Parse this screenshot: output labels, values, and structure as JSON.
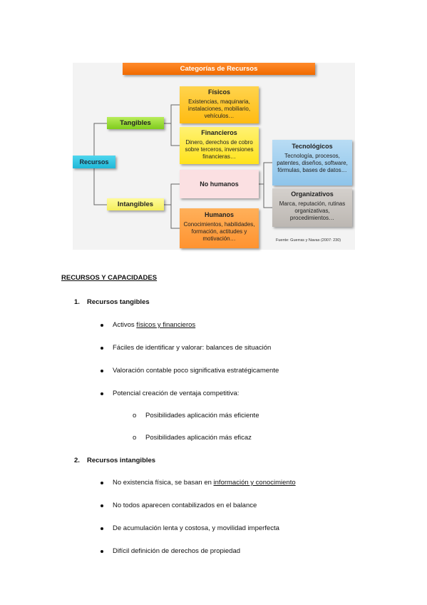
{
  "diagram": {
    "title": "Categorías de Recursos",
    "root": "Recursos",
    "tangibles": "Tangibles",
    "intangibles": "Intangibles",
    "fisicos": {
      "title": "Físicos",
      "body": "Existencias, maquinaria, instalaciones, mobiliario, vehículos…"
    },
    "financieros": {
      "title": "Financieros",
      "body": "Dinero, derechos de cobro sobre terceros, inversiones financieras…"
    },
    "no_humanos": "No humanos",
    "humanos": {
      "title": "Humanos",
      "body": "Conocimientos, habilidades, formación, actitudes y motivación…"
    },
    "tecnologicos": {
      "title": "Tecnológicos",
      "body": "Tecnología, procesos, patentes, diseños, software, fórmulas, bases de datos…"
    },
    "organizativos": {
      "title": "Organizativos",
      "body": "Marca, reputación, rutinas organizativas, procedimientos…"
    },
    "fuente": "Fuente: Guerras y Navas (2007: 230)",
    "colors": {
      "title": "#f06a00",
      "root": "#20b8d8",
      "tangibles": "#7fcc1c",
      "intangibles": "#f4ee5c",
      "tecnologicos": "#8ec4ea",
      "organizativos": "#bcb7b2"
    }
  },
  "document": {
    "heading": "RECURSOS Y CAPACIDADES",
    "section1": {
      "number": "1.",
      "title": "Recursos tangibles",
      "b1_pre": "Activos ",
      "b1_link": "físicos y financieros",
      "b2": "Fáciles de identificar y valorar: balances de situación",
      "b3": "Valoración contable poco significativa estratégicamente",
      "b4": "Potencial creación de ventaja competitiva:",
      "sub1": "Posibilidades aplicación más eficiente",
      "sub2": "Posibilidades aplicación más eficaz",
      "sub_marker": "o"
    },
    "section2": {
      "number": "2.",
      "title": "Recursos intangibles",
      "b1_pre": "No existencia física, se basan en ",
      "b1_link": "información y conocimiento",
      "b2": "No todos aparecen contabilizados en el balance",
      "b3": "De acumulación lenta y costosa, y movilidad imperfecta",
      "b4": "Difícil definición de derechos de propiedad"
    }
  }
}
